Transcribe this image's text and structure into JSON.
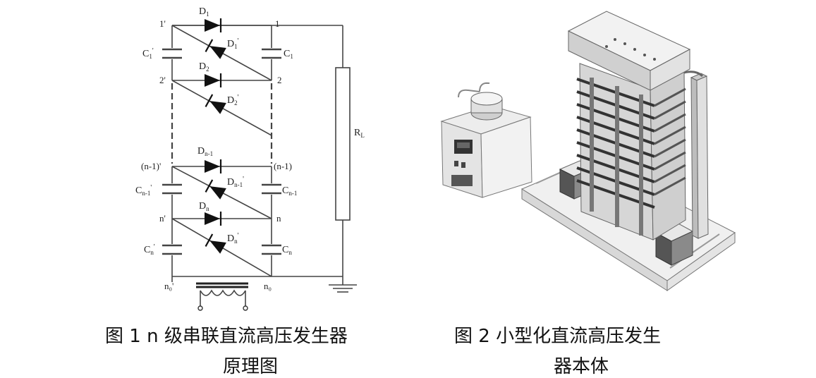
{
  "circuit": {
    "nodes": {
      "n1p": "1'",
      "n1": "1",
      "n2p": "2'",
      "n2": "2",
      "nn1p": "(n-1)'",
      "nn1": "(n-1)",
      "nnp": "n'",
      "nn": "n",
      "n0p": "n₀'",
      "n0": "n₀"
    },
    "components": {
      "D1": "D",
      "D1_sub": "1",
      "D1p": "D",
      "D1p_sub": "1",
      "D2": "D",
      "D2_sub": "2",
      "D2p": "D",
      "D2p_sub": "2",
      "Dn1": "D",
      "Dn1_sub": "n-1",
      "Dn1p": "D",
      "Dn1p_sub": "n-1",
      "Dn": "D",
      "Dn_sub": "n",
      "Dnp": "D",
      "Dnp_sub": "n",
      "C1p": "C",
      "C1p_sub": "1",
      "C1": "C",
      "C1_sub": "1",
      "Cn1p": "C",
      "Cn1p_sub": "n-1",
      "Cn1": "C",
      "Cn1_sub": "n-1",
      "Cnp": "C",
      "Cnp_sub": "n",
      "Cn": "C",
      "Cn_sub": "n",
      "RL": "R",
      "RL_sub": "L",
      "prime": "'"
    }
  },
  "captions": {
    "fig1_line1": "图 1    n 级串联直流高压发生器",
    "fig1_line2": "原理图",
    "fig2_line1": "图 2    小型化直流高压发生",
    "fig2_line2": "器本体"
  }
}
